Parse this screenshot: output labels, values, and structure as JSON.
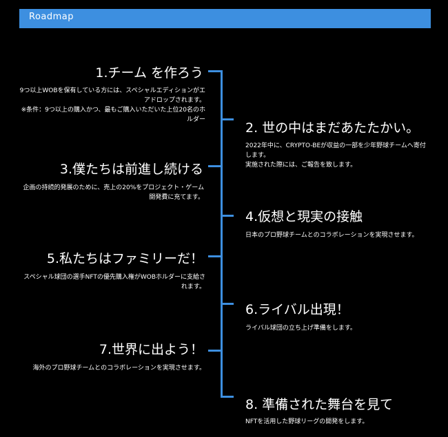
{
  "header": {
    "title": "Roadmap"
  },
  "timeline": {
    "milestones": [
      {
        "title": "1.チーム を作ろう",
        "desc": "9つ以上WOBを保有している方には、スペシャルエディションがエアドロップされます。\n※条件：9つ以上の購入かつ、最もご購入いただいた上位20名のホルダー"
      },
      {
        "title": "2. 世の中はまだあたたかい。",
        "desc": "2022年中に、CRYPTO-BEが収益の一部を少年野球チームへ寄付します。\n実施された際には、ご報告を致します。"
      },
      {
        "title": "3.僕たちは前進し続ける",
        "desc": "企画の持続的発展のために、売上の20%をプロジェクト・ゲーム開発費に充てます。"
      },
      {
        "title": "4.仮想と現実の接触",
        "desc": "日本のプロ野球チームとのコラボレーションを実現させます。"
      },
      {
        "title": "5.私たちはファミリーだ！",
        "desc": "スペシャル球団の選手NFTの優先購入権がWOBホルダーに支給されます。"
      },
      {
        "title": "6.ライバル出現！",
        "desc": "ライバル球団の立ち上げ準備をします。"
      },
      {
        "title": "7.世界に出よう！",
        "desc": "海外のプロ野球チームとのコラボレーションを実現させます。"
      },
      {
        "title": "8. 準備された舞台を見て",
        "desc": "NFTを活用した野球リーグの開発をします。"
      }
    ]
  }
}
